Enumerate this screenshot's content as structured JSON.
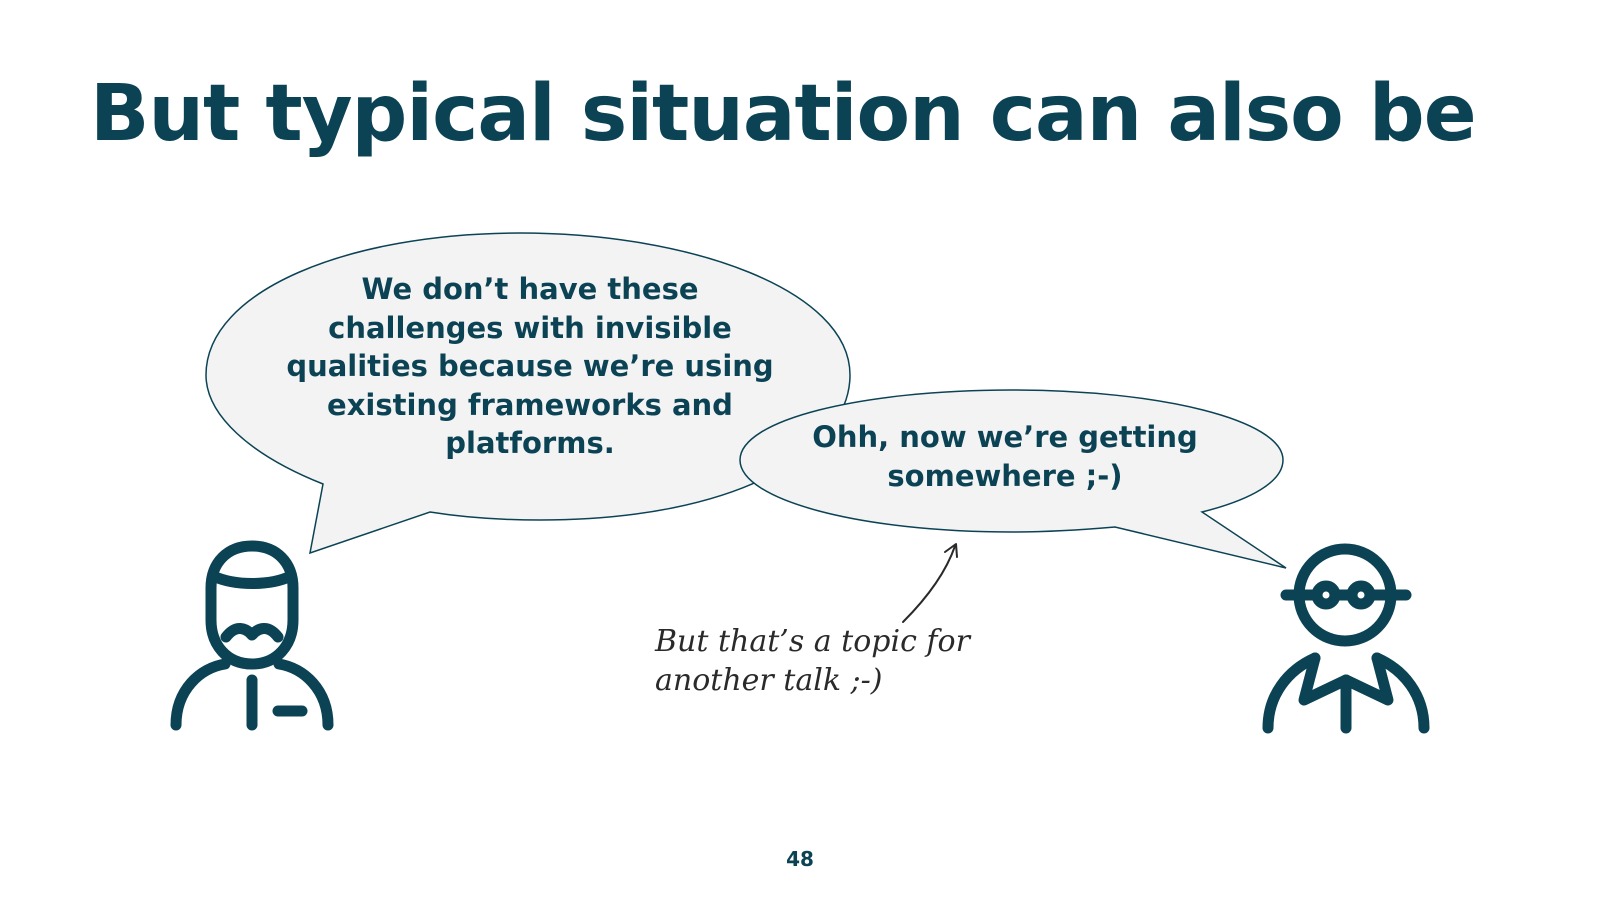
{
  "slide": {
    "title": "But typical situation can also be",
    "speech_left": "We don’t have these challenges with invisible qualities because we’re using existing frameworks and platforms.",
    "speech_right": "Ohh, now we’re getting somewhere ;-)",
    "annotation": "But that’s a topic for another talk ;-)",
    "page_number": "48"
  },
  "colors": {
    "ink": "#0b4355",
    "bubble_fill": "#f3f3f3",
    "annotation_ink": "#2a2a2a",
    "background": "#ffffff"
  },
  "icons": {
    "left_person": "bearded-person-icon",
    "right_person": "glasses-person-icon",
    "annotation_arrow": "arrow-icon"
  }
}
